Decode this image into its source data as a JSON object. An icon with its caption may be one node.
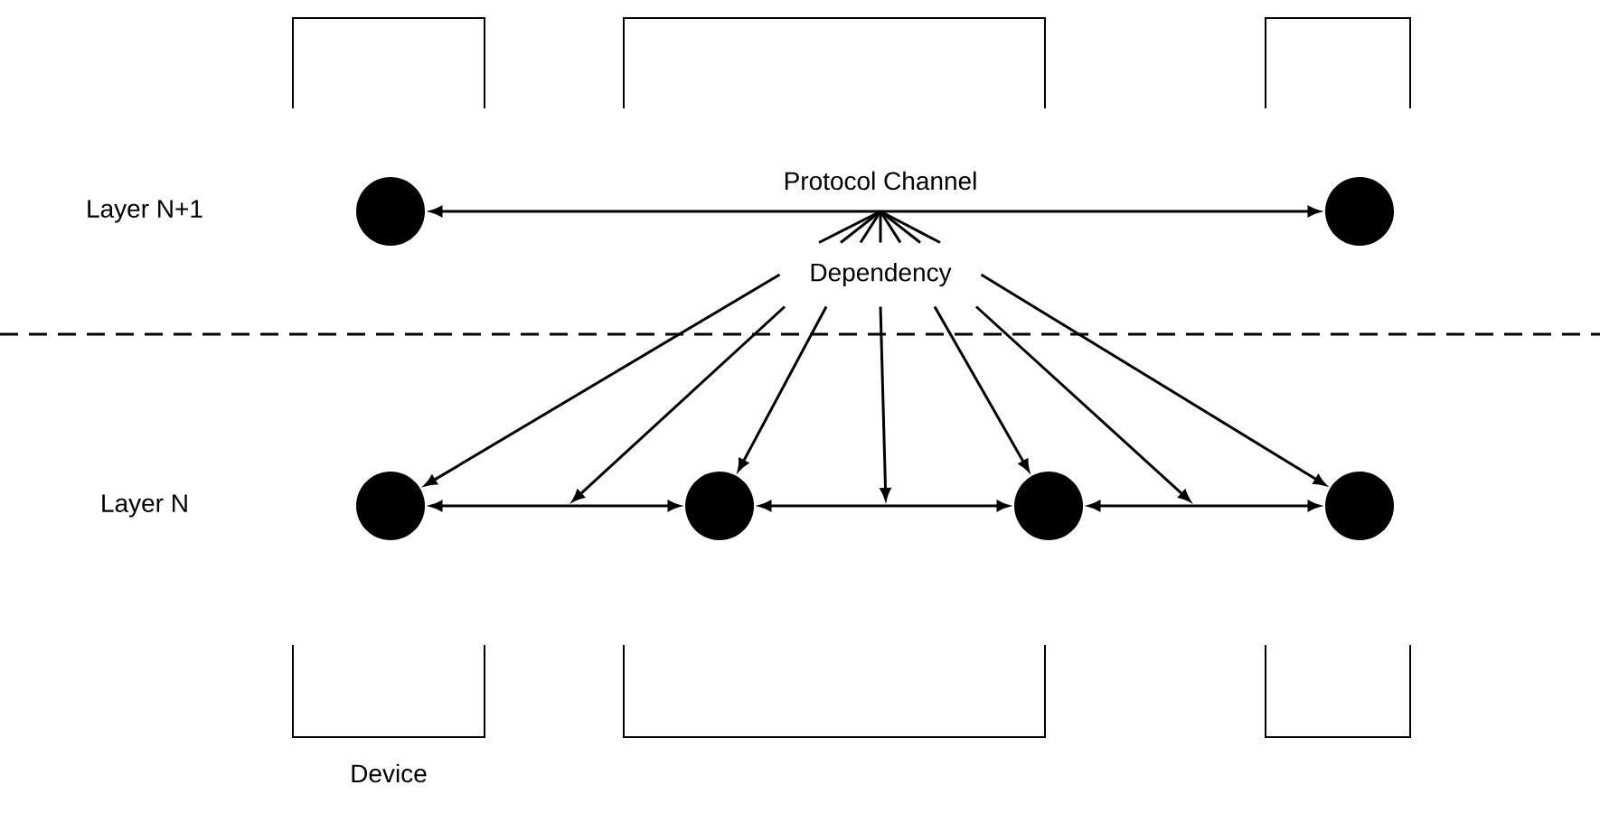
{
  "diagram": {
    "nodes": [
      {
        "text": [],
        "shape": "circle"
      },
      {
        "text": [],
        "shape": "circle"
      },
      {
        "text": [
          "Dependency"
        ]
      },
      {
        "text": [],
        "shape": "circle"
      },
      {
        "text": [],
        "shape": "circle"
      },
      {
        "text": [],
        "shape": "circle"
      },
      {
        "text": [],
        "shape": "circle"
      }
    ],
    "edges": [
      {
        "from": 0,
        "to": 1,
        "arrow": "both",
        "label": "Protocol Channel"
      },
      {
        "from": 3,
        "to": 4,
        "arrow": "both"
      },
      {
        "from": 4,
        "to": 5,
        "arrow": "both"
      },
      {
        "from": 5,
        "to": 6,
        "arrow": "both"
      },
      {
        "from": 2,
        "to": 3,
        "arrow": "to"
      },
      {
        "from": 2,
        "to": null,
        "arrow": "to"
      },
      {
        "from": 2,
        "to": 4,
        "arrow": "to"
      },
      {
        "from": 2,
        "to": null,
        "arrow": "to"
      },
      {
        "from": 2,
        "to": 5,
        "arrow": "to"
      },
      {
        "from": 2,
        "to": null,
        "arrow": "to"
      },
      {
        "from": 2,
        "to": 6,
        "arrow": "to"
      },
      {
        "from": null,
        "to": 2,
        "arrow": "none"
      },
      {
        "from": null,
        "to": 2,
        "arrow": "none"
      },
      {
        "from": null,
        "to": 2,
        "arrow": "none"
      },
      {
        "from": null,
        "to": 2,
        "arrow": "none"
      },
      {
        "from": null,
        "to": 2,
        "arrow": "none"
      },
      {
        "from": null,
        "to": 2,
        "arrow": "none"
      },
      {
        "from": null,
        "to": 2,
        "arrow": "none"
      }
    ],
    "labels": [
      "Layer N+1",
      "Layer N",
      "Device"
    ]
  }
}
